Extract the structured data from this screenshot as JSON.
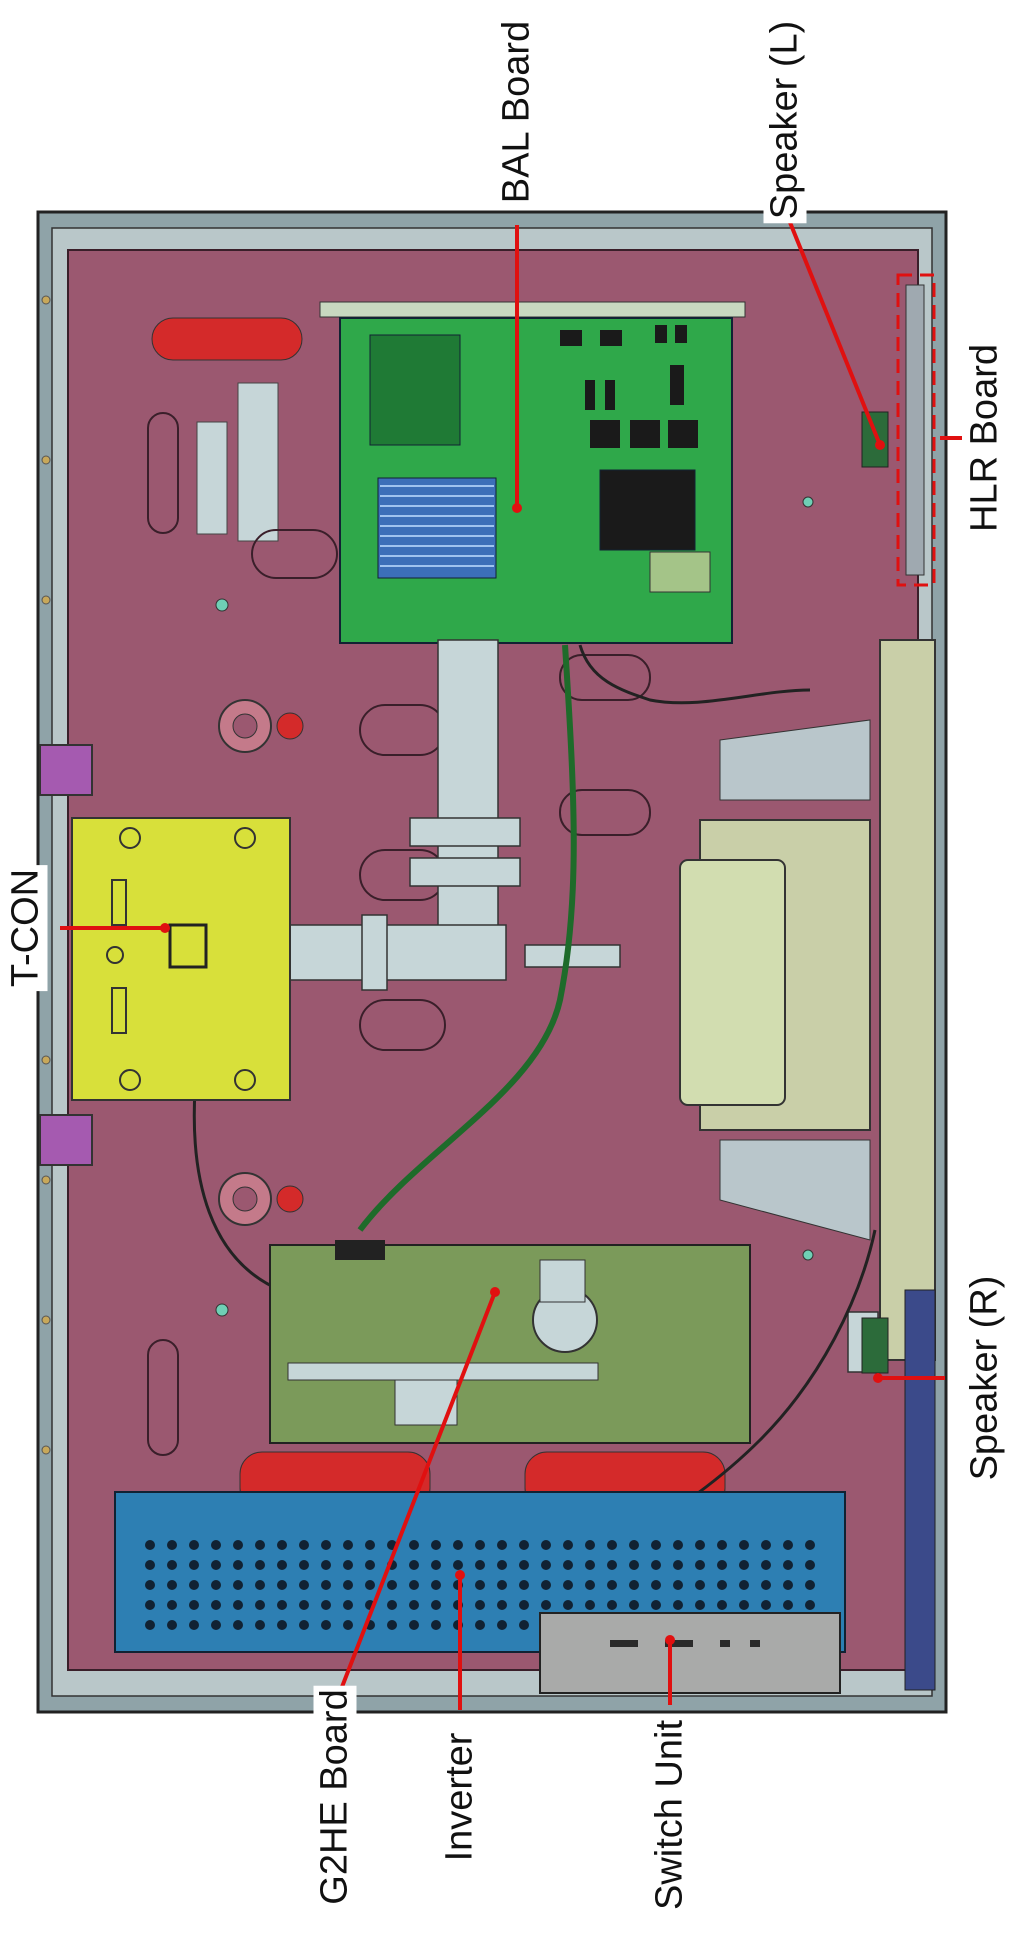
{
  "labels": {
    "bal_board": "BAL Board",
    "speaker_l": "Speaker (L)",
    "hlr_board": "HLR Board",
    "t_con": "T-CON",
    "speaker_r": "Speaker (R)",
    "g2he_board": "G2HE Board",
    "inverter": "Inverter",
    "switch_unit": "Switch Unit"
  },
  "colors": {
    "chassis": "#9b5870",
    "frame": "#8fa3a8",
    "bal_board": "#2fa84a",
    "t_con": "#d8e03a",
    "g2he_board": "#7b9a5a",
    "inverter": "#2d7fb3",
    "leader": "#e01010"
  }
}
